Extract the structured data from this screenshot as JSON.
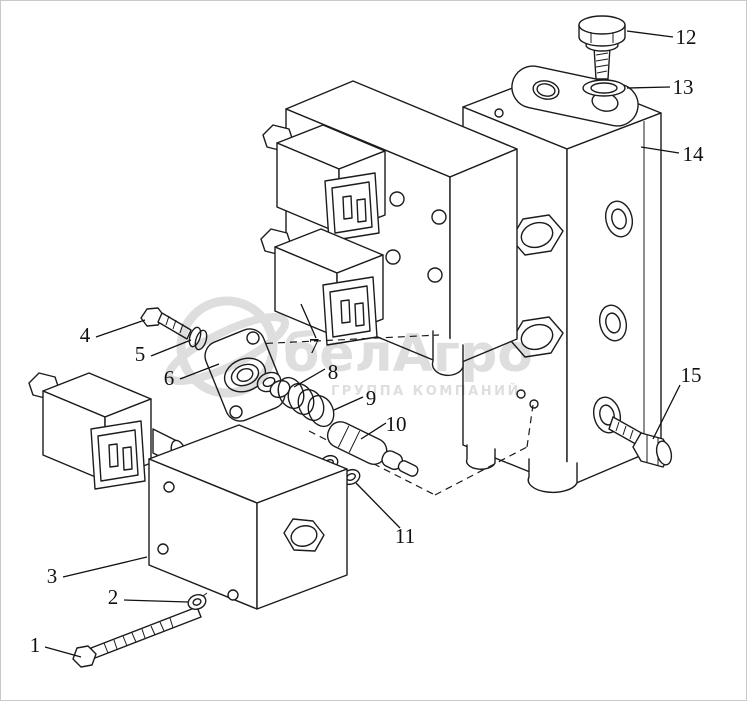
{
  "figure": {
    "type": "exploded-parts-diagram",
    "background_color": "#ffffff",
    "line_color": "#1c1c1c",
    "callouts": [
      {
        "label": "1"
      },
      {
        "label": "2"
      },
      {
        "label": "3"
      },
      {
        "label": "4"
      },
      {
        "label": "5"
      },
      {
        "label": "6"
      },
      {
        "label": "7"
      },
      {
        "label": "8"
      },
      {
        "label": "9"
      },
      {
        "label": "10"
      },
      {
        "label": "11"
      },
      {
        "label": "12"
      },
      {
        "label": "13"
      },
      {
        "label": "14"
      },
      {
        "label": "15"
      }
    ],
    "watermark": {
      "brand": "белАгро",
      "subtitle": "ГРУППА КОМПАНИЙ",
      "color": "#c8c8c8"
    }
  }
}
